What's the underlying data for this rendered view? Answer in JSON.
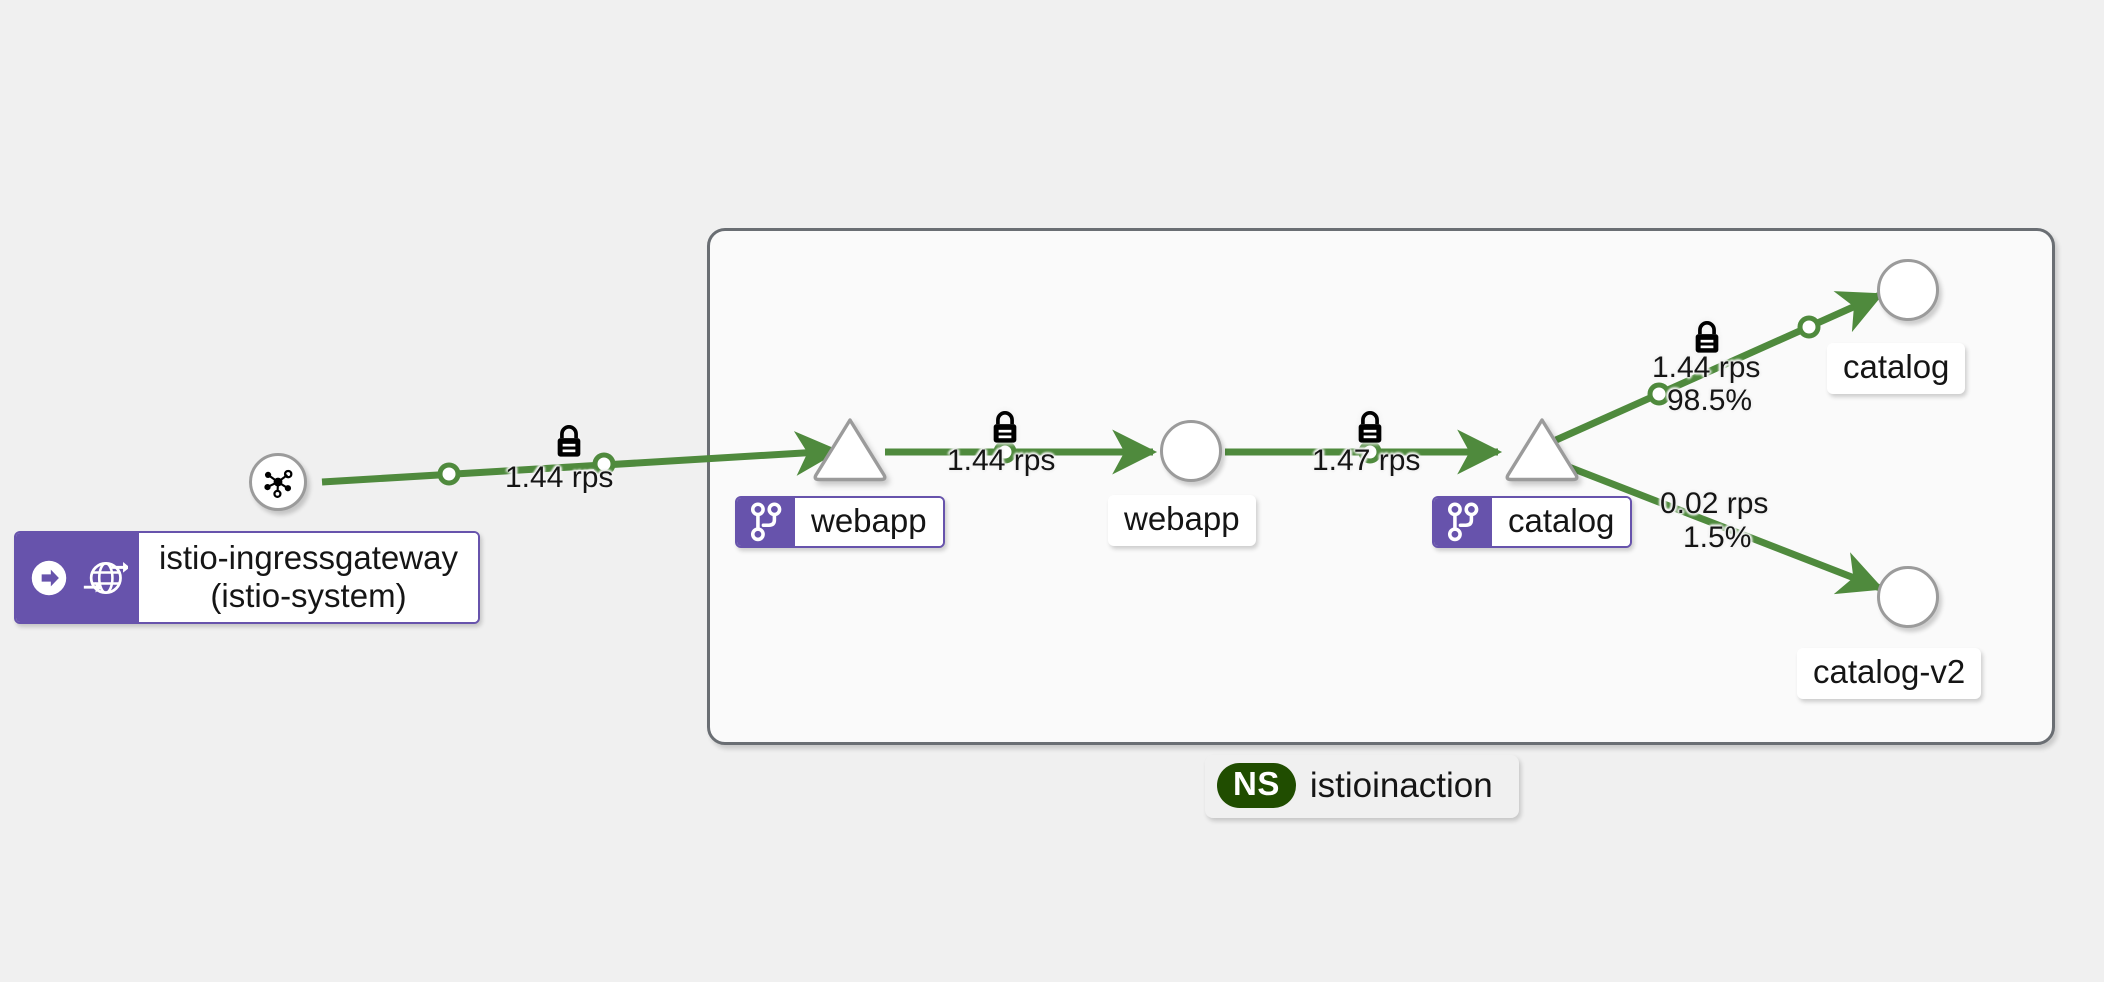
{
  "canvas": {
    "background_color": "#f0f0f0",
    "edge_color": "#4f8a3d",
    "badge_color": "#6753ac",
    "namespace_pill_color": "#204d00"
  },
  "namespace_box": {
    "badge_abbrev": "NS",
    "name": "istioinaction"
  },
  "nodes": [
    {
      "id": "mesh-root",
      "type": "unknown-root",
      "shape": "circle",
      "icon": "mesh-topology-icon",
      "label": ""
    },
    {
      "id": "istio-ingressgateway",
      "type": "gateway-app",
      "shape": "box-label",
      "badges": [
        "ingress-arrow-icon",
        "gateway-globe-icon"
      ],
      "label_line1": "istio-ingressgateway",
      "label_line2": "(istio-system)"
    },
    {
      "id": "webapp-service",
      "type": "service",
      "shape": "triangle",
      "badges": [
        "virtual-service-branch-icon"
      ],
      "label": "webapp"
    },
    {
      "id": "webapp-workload",
      "type": "workload",
      "shape": "circle",
      "badges": [],
      "label": "webapp"
    },
    {
      "id": "catalog-service",
      "type": "service",
      "shape": "triangle",
      "badges": [
        "virtual-service-branch-icon"
      ],
      "label": "catalog"
    },
    {
      "id": "catalog-workload",
      "type": "workload",
      "shape": "circle",
      "badges": [],
      "label": "catalog"
    },
    {
      "id": "catalog-v2-workload",
      "type": "workload",
      "shape": "circle",
      "badges": [],
      "label": "catalog-v2"
    }
  ],
  "edges": [
    {
      "id": "edge-mesh-to-webapp-service",
      "source": "mesh-root",
      "target": "webapp-service",
      "rate": "1.44 rps",
      "percent": "",
      "mtls": true,
      "health": "healthy"
    },
    {
      "id": "edge-webapp-service-to-webapp-workload",
      "source": "webapp-service",
      "target": "webapp-workload",
      "rate": "1.44 rps",
      "percent": "",
      "mtls": true,
      "health": "healthy"
    },
    {
      "id": "edge-webapp-workload-to-catalog-service",
      "source": "webapp-workload",
      "target": "catalog-service",
      "rate": "1.47 rps",
      "percent": "",
      "mtls": true,
      "health": "healthy"
    },
    {
      "id": "edge-catalog-service-to-catalog-workload",
      "source": "catalog-service",
      "target": "catalog-workload",
      "rate": "1.44 rps",
      "percent": "98.5%",
      "mtls": true,
      "health": "healthy"
    },
    {
      "id": "edge-catalog-service-to-catalog-v2-workload",
      "source": "catalog-service",
      "target": "catalog-v2-workload",
      "rate": "0.02 rps",
      "percent": "1.5%",
      "mtls": false,
      "health": "healthy"
    }
  ]
}
